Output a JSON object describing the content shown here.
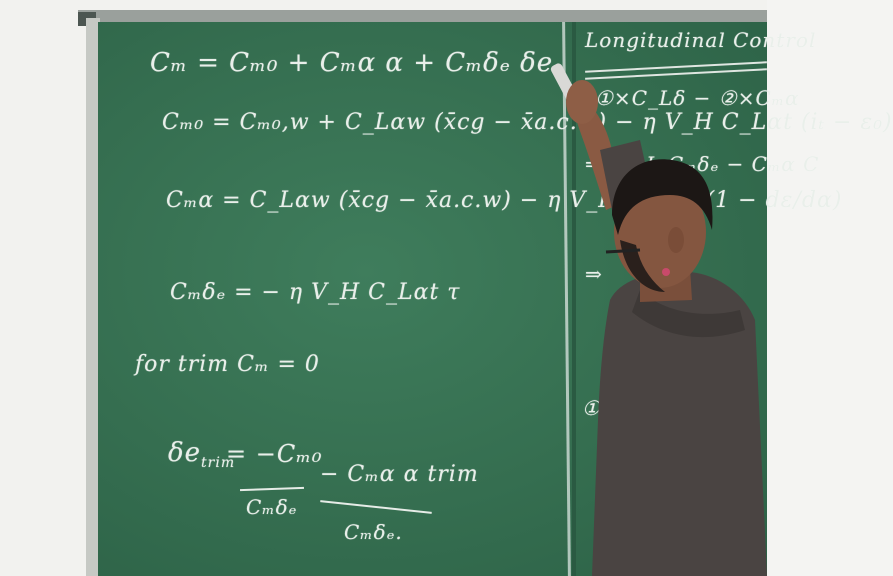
{
  "board_left": {
    "eq_cm": "Cₘ = Cₘ₀ + Cₘα α + Cₘδₑ δe",
    "eq_cm0": "Cₘ₀ = Cₘ₀,w + C_Lαw (x̄cg − x̄a.c.w) − η V_H C_Lαt (iₜ − ε₀)",
    "eq_cmalpha": "Cₘα = C_Lαw (x̄cg − x̄a.c.w) − η V_H C_Lαt (1 − dε/dα)",
    "eq_cmde": "Cₘδₑ = − η V_H C_Lαt τ",
    "trim_cond": "for trim Cₘ = 0",
    "de_trim_lhs": "δe",
    "de_trim_sub": "trim",
    "de_trim_eq": "= −Cₘ₀",
    "de_trim_num2": "− Cₘα α trim",
    "de_trim_den1": "Cₘδₑ",
    "de_trim_den2": "Cₘδₑ."
  },
  "board_right": {
    "heading": "Longitudinal Control",
    "step1": "①×C_Lδ − ②×Cₘα",
    "step2": "⇒ [C_L Cₘδₑ − Cₘα C",
    "step3": "⇒",
    "step4": "①"
  },
  "colors": {
    "board_green": "#356e50",
    "chalk": "#e9efea",
    "shirt": "#4a4442"
  }
}
